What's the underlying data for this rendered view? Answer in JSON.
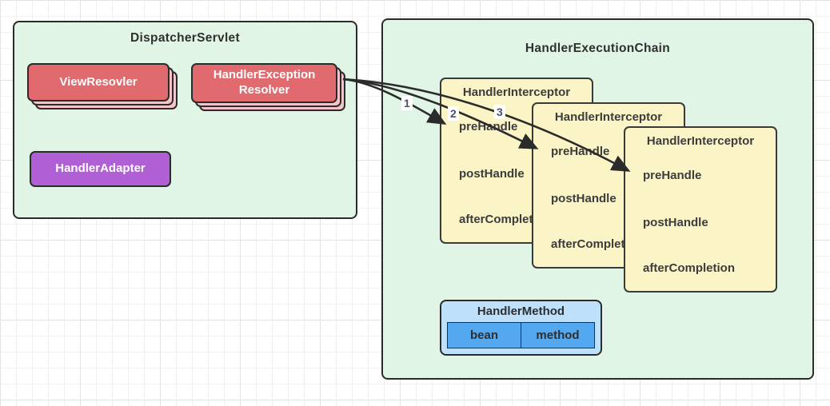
{
  "dispatcher": {
    "title": "DispatcherServlet",
    "view_resolver_label": "ViewResovler",
    "handler_exception_resolver_label": "HandlerException\nResolver",
    "handler_adapter_label": "HandlerAdapter"
  },
  "execution_chain": {
    "title": "HandlerExecutionChain",
    "interceptors": [
      {
        "title": "HandlerInterceptor",
        "methods": [
          "preHandle",
          "postHandle",
          "afterCompletion"
        ]
      },
      {
        "title": "HandlerInterceptor",
        "methods": [
          "preHandle",
          "postHandle",
          "afterCompletion"
        ]
      },
      {
        "title": "HandlerInterceptor",
        "methods": [
          "preHandle",
          "postHandle",
          "afterCompletion"
        ]
      }
    ],
    "handler_method": {
      "title": "HandlerMethod",
      "cells": [
        "bean",
        "method"
      ]
    }
  },
  "arrows": {
    "labels": [
      "1",
      "2",
      "3"
    ]
  },
  "colors": {
    "panel_bg": "#e1f5e7",
    "red_box": "#e06a6e",
    "pink_stack_layer": "#f7c3ca",
    "purple_box": "#b05fd5",
    "yellow_card": "#fbf4c6",
    "blue_light": "#bfe0fa",
    "blue_cell": "#54a8f0",
    "border": "#2b2b2b",
    "arrow": "#2b2b2b"
  }
}
